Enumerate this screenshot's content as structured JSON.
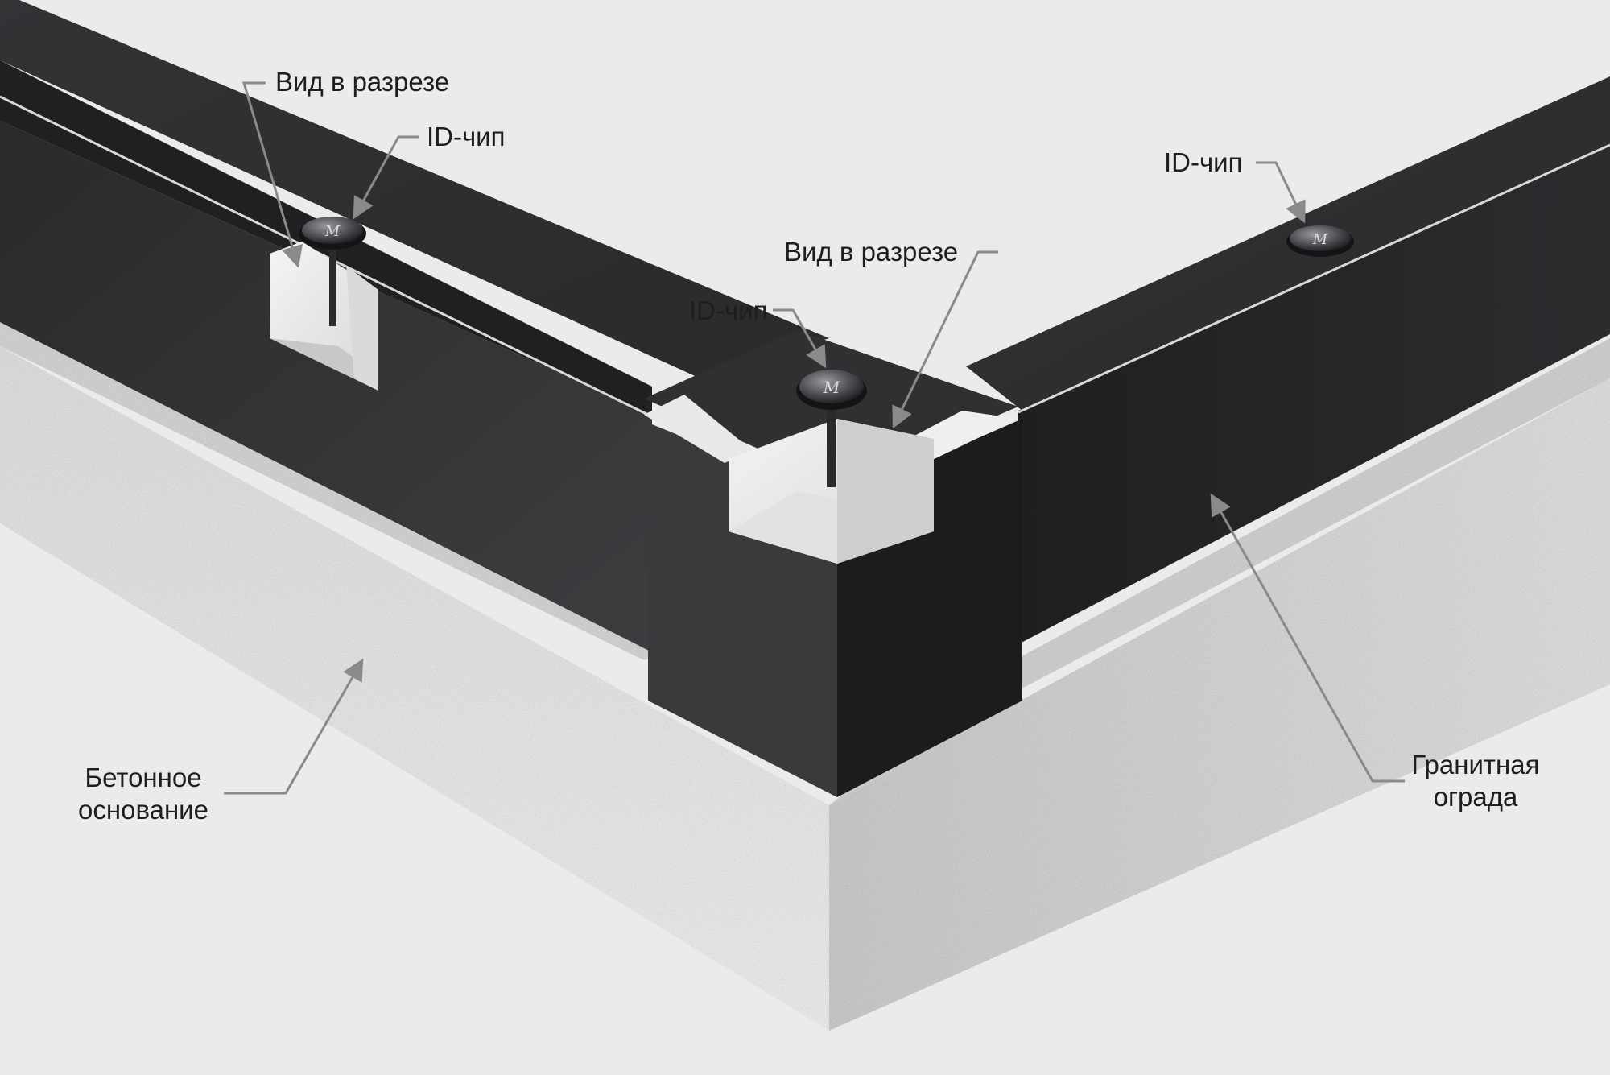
{
  "labels": {
    "section_view_left": "Вид в разрезе",
    "id_chip_left": "ID-чип",
    "section_view_center": "Вид в разрезе",
    "id_chip_center": "ID-чип",
    "id_chip_right": "ID-чип",
    "concrete_base_line1": "Бетонное",
    "concrete_base_line2": "основание",
    "granite_fence_line1": "Гранитная",
    "granite_fence_line2": "ограда"
  },
  "colors": {
    "background": "#ebebeb",
    "granite": "#2b2b2d",
    "concrete": "#dcdcdc",
    "leader": "#8a8a8a",
    "text": "#1e1e1e"
  }
}
